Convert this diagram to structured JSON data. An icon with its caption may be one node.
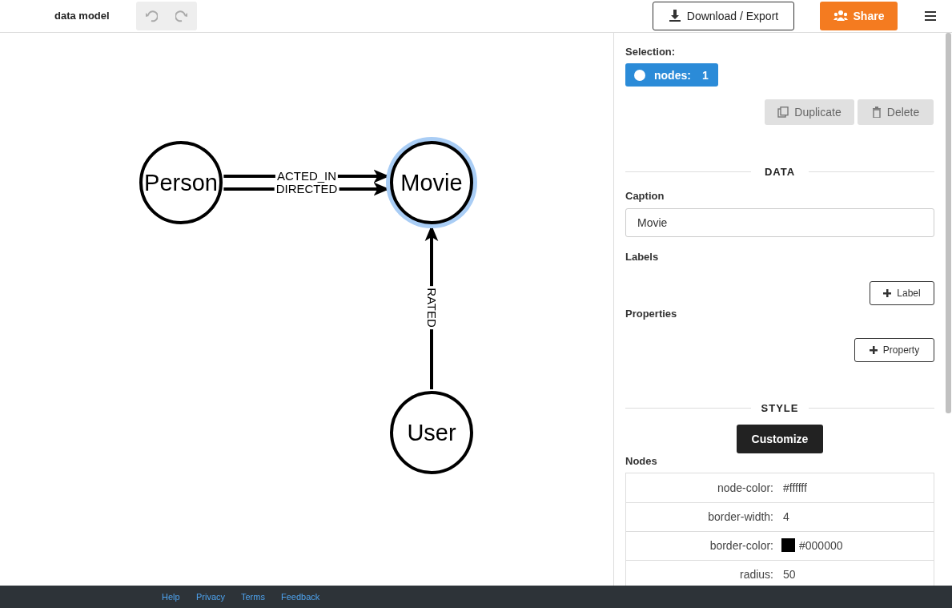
{
  "diagram": {
    "nodes": [
      {
        "text": [
          "Person"
        ]
      },
      {
        "text": [
          "Movie"
        ]
      },
      {
        "text": [
          "User"
        ]
      }
    ],
    "edges": [
      {
        "from": 0,
        "to": 1,
        "arrow": "to",
        "label": "ACTED_IN"
      },
      {
        "from": 0,
        "to": 1,
        "arrow": "to",
        "label": "DIRECTED"
      },
      {
        "from": 2,
        "to": 1,
        "arrow": "to",
        "label": "RATED"
      }
    ],
    "labels": [
      "data model",
      "Download / Export",
      "Share",
      "Selection:",
      "nodes:",
      "1",
      "Duplicate",
      "Delete",
      "DATA",
      "Caption",
      "Movie",
      "Labels",
      "Label",
      "Properties",
      "Property",
      "STYLE",
      "Customize",
      "Nodes",
      "node-color:",
      "#ffffff",
      "border-width:",
      "4",
      "border-color:",
      "#000000",
      "radius:",
      "50",
      "Help",
      "Privacy",
      "Terms",
      "Feedback"
    ]
  }
}
